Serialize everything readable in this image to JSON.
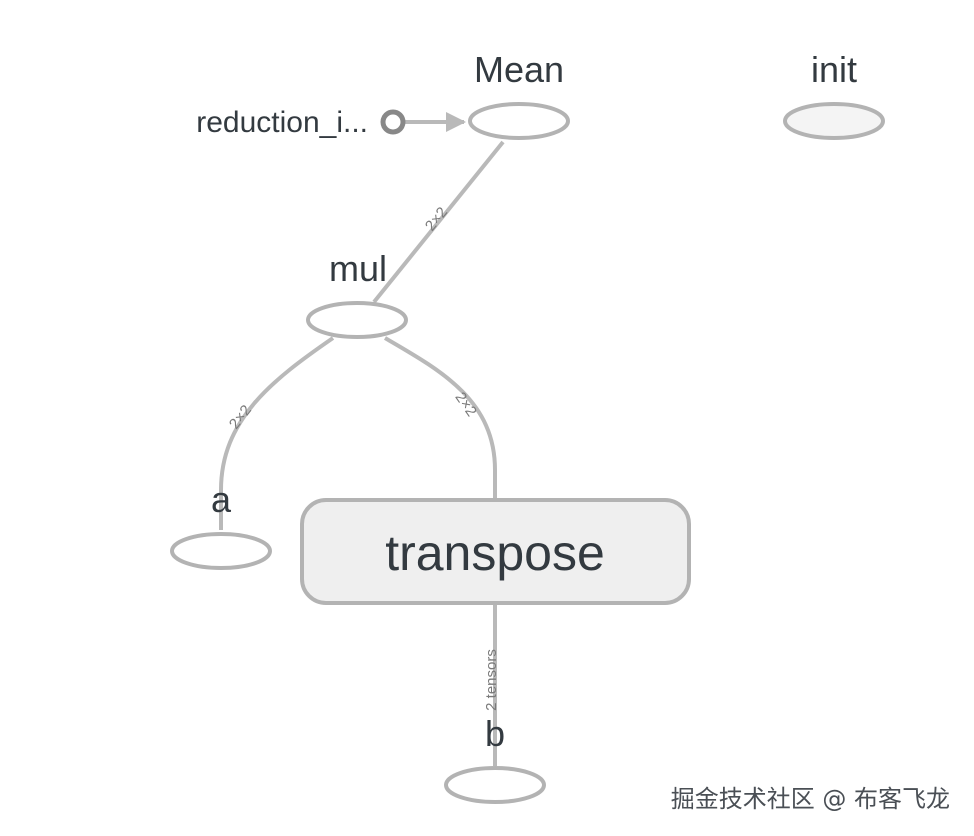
{
  "graph": {
    "nodes": {
      "mean": "Mean",
      "init": "init",
      "reduction": "reduction_i...",
      "mul": "mul",
      "a": "a",
      "transpose": "transpose",
      "b": "b"
    },
    "edges": {
      "mul_to_mean": "2×2",
      "a_to_mul": "2×2",
      "transpose_to_mul": "2×2",
      "b_to_transpose": "2 tensors"
    }
  },
  "watermark": "掘金技术社区 @ 布客飞龙",
  "colors": {
    "edge": "#b9b9b9",
    "node_stroke": "#b3b3b3",
    "group_fill": "#efefef",
    "label": "#333a40",
    "edge_label": "#7a7a7a"
  }
}
